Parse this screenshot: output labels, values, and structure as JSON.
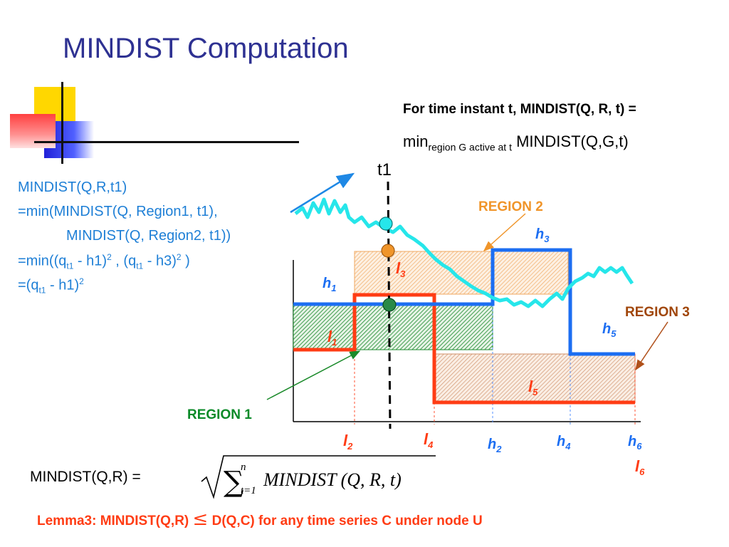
{
  "slide": {
    "title": "MINDIST Computation",
    "definition": {
      "line1": "For time instant t, MINDIST(Q, R, t) =",
      "min_prefix": "min",
      "min_subscript": "region G active at t",
      "min_suffix": " MINDIST(Q,G,t)"
    },
    "derivation": {
      "line1": "MINDIST(Q,R,t1)",
      "line2": "=min(MINDIST(Q, Region1, t1),",
      "line3": "MINDIST(Q, Region2, t1))",
      "line4_a": "=min((q",
      "line4_sub1": "t1",
      "line4_b": " - h1)",
      "line4_sup1": "2",
      "line4_c": " , (q",
      "line4_sub2": "t1",
      "line4_d": " - h3)",
      "line4_sup2": "2",
      "line4_e": " )",
      "line5_a": "=(q",
      "line5_sub": "t1",
      "line5_b": " - h1)",
      "line5_sup": "2"
    },
    "formula": {
      "lhs": "MINDIST(Q,R) =",
      "sum_upper": "n",
      "sum_lower": "t=1",
      "body": "MINDIST (Q, R, t)"
    },
    "lemma": {
      "prefix": "Lemma3: MINDIST(Q,R)",
      "symbol": "≤",
      "suffix": " D(Q,C) for any time series C  under node U"
    },
    "labels": {
      "t1": "t1",
      "region1": "REGION 1",
      "region2": "REGION 2",
      "region3": "REGION 3",
      "h": "h",
      "l": "l",
      "h1": "1",
      "h2": "2",
      "h3": "3",
      "h4": "4",
      "h5": "5",
      "h6": "6",
      "l1": "1",
      "l2": "2",
      "l3": "3",
      "l4": "4",
      "l5": "5",
      "l6": "6"
    },
    "colors": {
      "title": "#2e3192",
      "upper_bound": "#1c6ef2",
      "lower_bound": "#ff3c14",
      "series": "#26e6ea",
      "region1": "#0a8a28",
      "region2": "#f0952a",
      "region3": "#a0460a",
      "derivation": "#1e7fd6",
      "lemma": "#ff3c14"
    }
  }
}
